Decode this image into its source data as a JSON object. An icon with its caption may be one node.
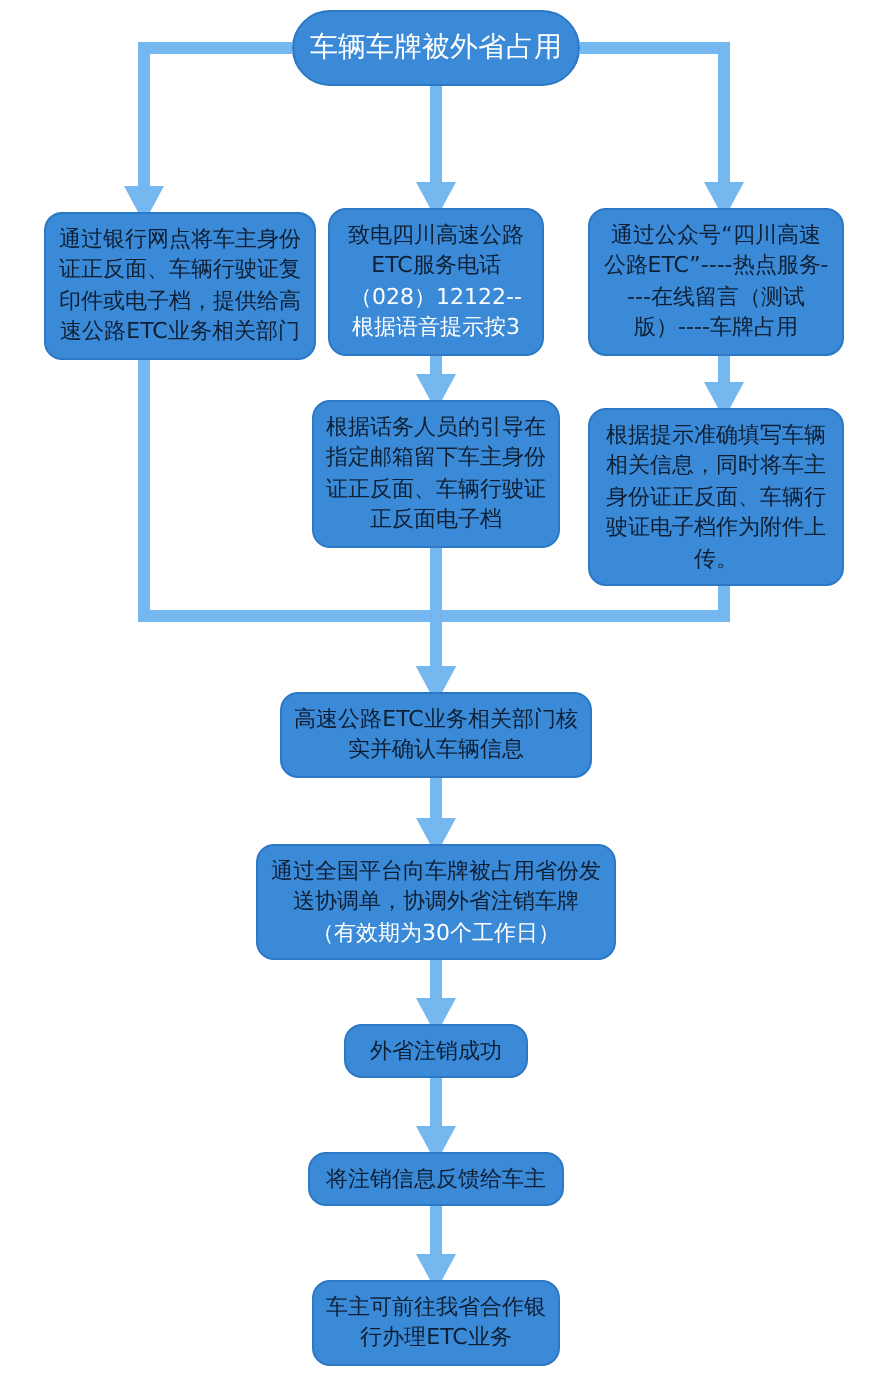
{
  "diagram": {
    "nodes": [
      {
        "text": [
          "车辆车牌被外省占用"
        ]
      },
      {
        "text": [
          "通过银行网点将车主身份证正反面、车辆行驶证复印件或电子档，提供给高速公路ETC业务相关部门"
        ]
      },
      {
        "text": [
          "致电四川高速公路ETC服务电话",
          "（028）12122--根据语音提示按3"
        ]
      },
      {
        "text": [
          "通过公众号“四川高速公路ETC”----热点服务----在线留言（测试版）----车牌占用"
        ]
      },
      {
        "text": [
          "根据话务人员的引导在指定邮箱留下车主身份证正反面、车辆行驶证正反面电子档"
        ]
      },
      {
        "text": [
          "根据提示准确填写车辆相关信息，同时将车主身份证正反面、车辆行驶证电子档作为附件上传。"
        ]
      },
      {
        "text": [
          "高速公路ETC业务相关部门核实并确认车辆信息"
        ]
      },
      {
        "text": [
          "通过全国平台向车牌被占用省份发送协调单，协调外省注销车牌",
          "（有效期为30个工作日）"
        ]
      },
      {
        "text": [
          "外省注销成功"
        ]
      },
      {
        "text": [
          "将注销信息反馈给车主"
        ]
      },
      {
        "text": [
          "车主可前往我省合作银行办理ETC业务"
        ]
      }
    ],
    "edges": [
      {
        "from": 0,
        "to": 1,
        "arrow": "to"
      },
      {
        "from": 0,
        "to": 2,
        "arrow": "to"
      },
      {
        "from": 0,
        "to": 3,
        "arrow": "to"
      },
      {
        "from": 2,
        "to": 4,
        "arrow": "to"
      },
      {
        "from": 3,
        "to": 5,
        "arrow": "to"
      },
      {
        "from": 1,
        "to": 6,
        "arrow": "to"
      },
      {
        "from": 4,
        "to": 6,
        "arrow": "to"
      },
      {
        "from": 5,
        "to": 6,
        "arrow": "to"
      },
      {
        "from": 6,
        "to": 7,
        "arrow": "to"
      },
      {
        "from": 7,
        "to": 8,
        "arrow": "to"
      },
      {
        "from": 8,
        "to": 9,
        "arrow": "to"
      },
      {
        "from": 9,
        "to": 10,
        "arrow": "to"
      }
    ]
  }
}
